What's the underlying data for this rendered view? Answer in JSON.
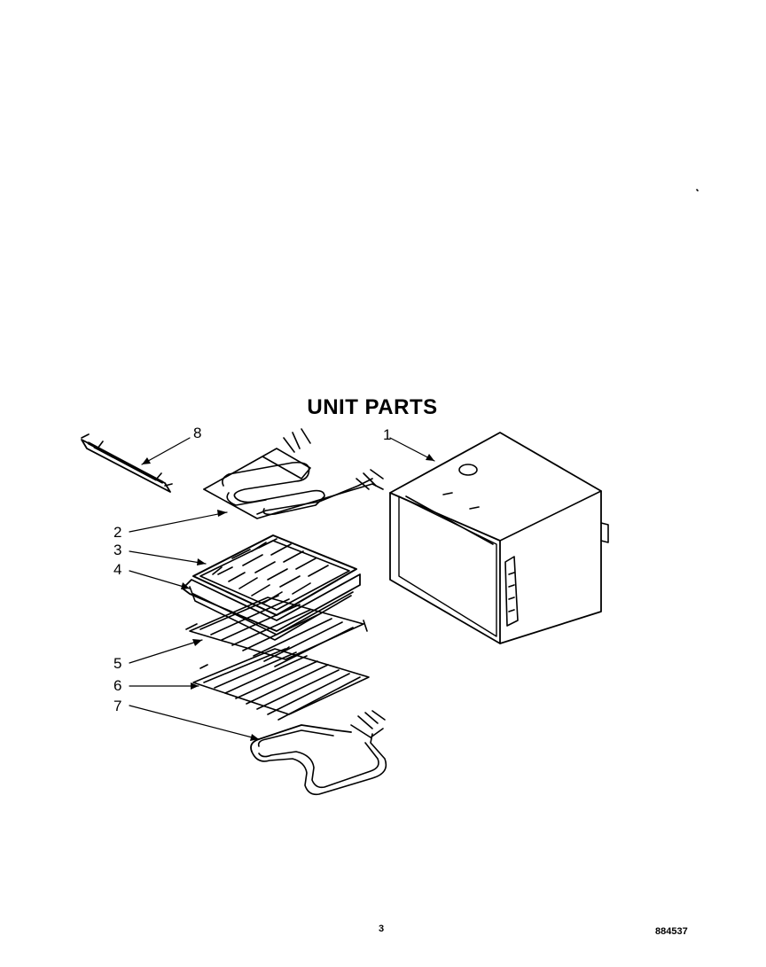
{
  "title": "UNIT PARTS",
  "callouts": {
    "c1": "1",
    "c2": "2",
    "c3": "3",
    "c4": "4",
    "c5": "5",
    "c6": "6",
    "c7": "7",
    "c8": "8"
  },
  "footer": {
    "page_number": "3",
    "diagram_code": "884537"
  }
}
